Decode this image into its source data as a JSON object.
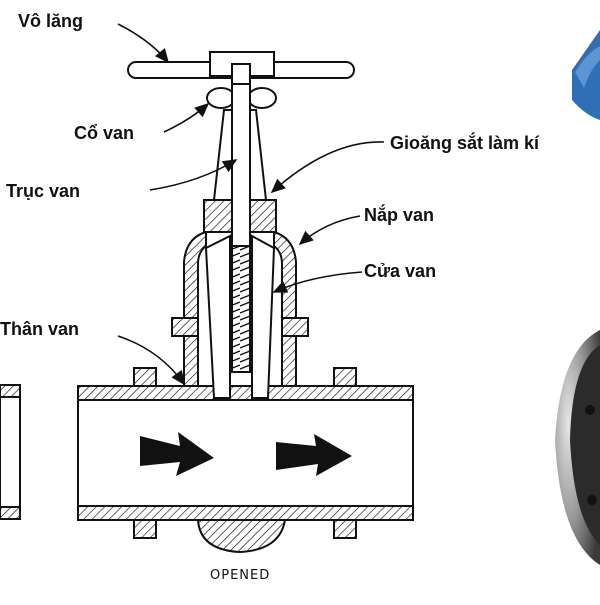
{
  "labels": {
    "handwheel": "Vô lăng",
    "neck": "Cổ van",
    "stem": "Trục van",
    "gasket": "Gioăng sắt làm kí",
    "bonnet": "Nắp van",
    "gate": "Cửa van",
    "body": "Thân van"
  },
  "caption": "OPENED",
  "colors": {
    "outline": "#111111",
    "hatch": "#111111",
    "photo_blue": "#2e6fb5",
    "photo_dark": "#2b2b2b",
    "photo_metal": "#9a9a9a"
  },
  "icons": {
    "flow_arrow": "flow-arrow-icon",
    "leader": "leader-arrow-icon"
  }
}
